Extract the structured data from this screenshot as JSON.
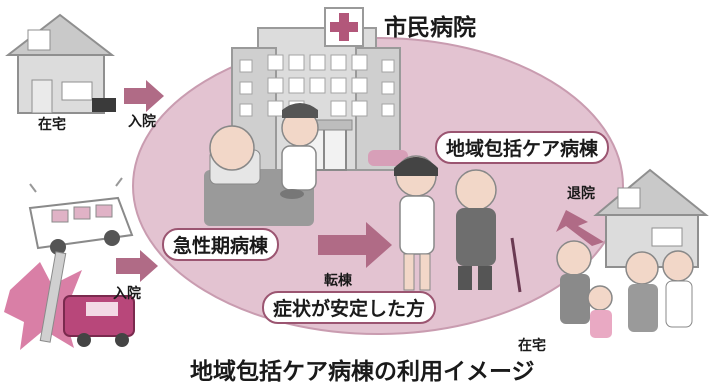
{
  "colors": {
    "ellipse": "#e3c3d1",
    "ellipse_stroke": "#c99cb0",
    "arrow": "#b06b86",
    "pill_border": "#9b5571",
    "cross": "#b2577a",
    "building": "#d6d6d6",
    "building_dark": "#a8a8a8",
    "car": "#b8477a",
    "burst": "#d97fa6"
  },
  "labels": {
    "hospital_name": "市民病院",
    "home_left": "在宅",
    "admission_top": "入院",
    "admission_bottom": "入院",
    "acute_ward": "急性期病棟",
    "community_ward": "地域包括ケア病棟",
    "discharge": "退院",
    "transfer": "転棟",
    "stable_patients": "症状が安定した方",
    "home_right": "在宅",
    "title": "地域包括ケア病棟の利用イメージ"
  },
  "icons": {
    "hospital": "hospital-building-icon",
    "house_left": "house-icon",
    "house_right": "house-icon",
    "ambulance": "ambulance-icon",
    "car_crash": "car-crash-icon"
  }
}
